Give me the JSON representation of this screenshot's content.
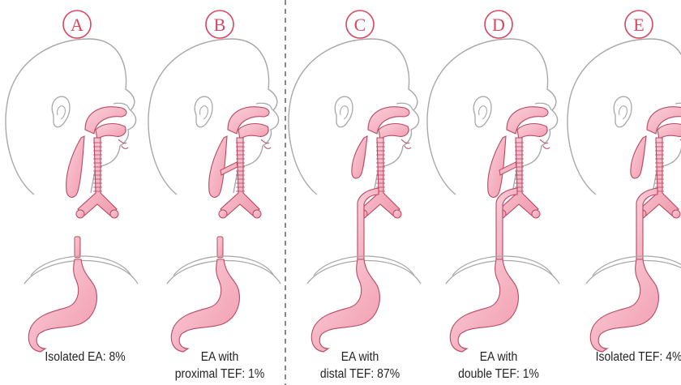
{
  "panels": [
    {
      "letter": "A",
      "caption_line1": "Isolated EA: 8%",
      "caption_line2": ""
    },
    {
      "letter": "B",
      "caption_line1": "EA with",
      "caption_line2": "proximal TEF: 1%"
    },
    {
      "letter": "C",
      "caption_line1": "EA with",
      "caption_line2": "distal TEF: 87%"
    },
    {
      "letter": "D",
      "caption_line1": "EA with",
      "caption_line2": "double TEF: 1%"
    },
    {
      "letter": "E",
      "caption_line1": "Isolated TEF: 4%",
      "caption_line2": ""
    }
  ],
  "colors": {
    "badge": "#d8465f",
    "tissue_fill": "#f7b9c7",
    "tissue_stroke": "#b54a64",
    "outline": "#a8a8a8",
    "divider": "#888888",
    "caption": "#222222"
  }
}
